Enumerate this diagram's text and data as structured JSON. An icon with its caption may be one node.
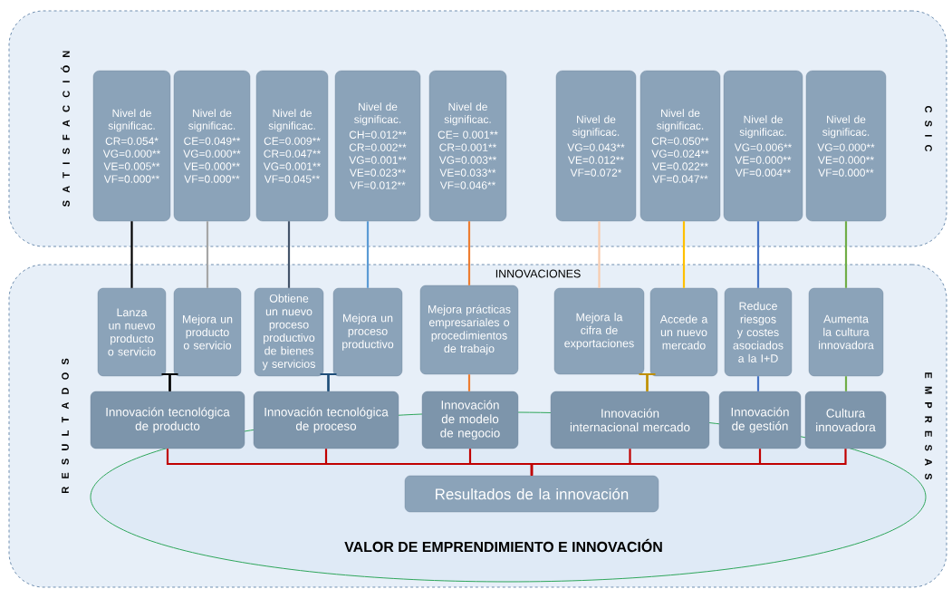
{
  "diagram": {
    "nodes": [
      {
        "text": [
          "S A T I S F A C C I Ó N",
          "C S I C"
        ]
      },
      {
        "text": [
          "R E S U L T A D O S",
          "E M P R E S A S"
        ]
      },
      {
        "text": [
          "Nivel de significac.",
          "CR=0.054* VG=0.000** VE=0.005** VF=0.000**"
        ],
        "in": 0
      },
      {
        "text": [
          "Nivel de significac.",
          "CE=0.049** VG=0.000** VE=0.000** VF=0.000**"
        ],
        "in": 0
      },
      {
        "text": [
          "Nivel de significac.",
          "CE=0.009** CR=0.047** VG=0.001** VF=0.045**"
        ],
        "in": 0
      },
      {
        "text": [
          "Nivel de significac.",
          "CH=0.012** CR=0.002** VG=0.001** VE=0.023** VF=0.012**"
        ],
        "in": 0
      },
      {
        "text": [
          "Nivel de significac.",
          "CE= 0.001** CR=0.001** VG=0.003** VE=0.033** VF=0.046**"
        ],
        "in": 0
      },
      {
        "text": [
          "Nivel de significac.",
          "VG=0.043** VE=0.012** VF=0.072*"
        ],
        "in": 0
      },
      {
        "text": [
          "Nivel de significac.",
          "CR=0.050** VG=0.024** VE=0.022** VF=0.047**"
        ],
        "in": 0
      },
      {
        "text": [
          "Nivel de significac.",
          "VG=0.006** VE=0.000** VF=0.004**"
        ],
        "in": 0
      },
      {
        "text": [
          "Nivel de significac.",
          "VG=0.000** VE=0.000** VF=0.000**"
        ],
        "in": 0
      },
      {
        "text": [
          "Lanza un nuevo producto o servicio"
        ],
        "in": 1
      },
      {
        "text": [
          "Mejora un producto o servicio"
        ],
        "in": 1
      },
      {
        "text": [
          "Obtiene un nuevo proceso productivo de bienes y servicios"
        ],
        "in": 1
      },
      {
        "text": [
          "Mejora un proceso productivo"
        ],
        "in": 1
      },
      {
        "text": [
          "Mejora prácticas empresariales o procedimientos de trabajo"
        ],
        "in": 1
      },
      {
        "text": [
          "Mejora la cifra de exportaciones"
        ],
        "in": 1
      },
      {
        "text": [
          "Accede a un nuevo mercado"
        ],
        "in": 1
      },
      {
        "text": [
          "Reduce riesgos y costes asociados a la I+D"
        ],
        "in": 1
      },
      {
        "text": [
          "Aumenta la cultura innovadora"
        ],
        "in": 1
      },
      {
        "text": [
          "Innovación tecnológica de producto"
        ],
        "in": 1
      },
      {
        "text": [
          "Innovación tecnológica de proceso"
        ],
        "in": 1
      },
      {
        "text": [
          "Innovación de modelo de negocio"
        ],
        "in": 1
      },
      {
        "text": [
          "Innovación internacional mercado"
        ],
        "in": 1
      },
      {
        "text": [
          "Innovación de gestión"
        ],
        "in": 1
      },
      {
        "text": [
          "Cultura innovadora"
        ],
        "in": 1
      },
      {
        "text": [
          "VALOR DE EMPRENDIMIENTO E INNOVACIÓN"
        ],
        "in": 1
      },
      {
        "text": [
          "Resultados de la innovación"
        ],
        "in": 26
      }
    ],
    "edges": [
      {
        "from": 2,
        "to": 11,
        "arrow": "none",
        "color": "#000000"
      },
      {
        "from": 3,
        "to": 12,
        "arrow": "none",
        "color": "#a6a6a6"
      },
      {
        "from": 4,
        "to": 13,
        "arrow": "none",
        "color": "#44546a"
      },
      {
        "from": 5,
        "to": 14,
        "arrow": "none",
        "color": "#5b9bd5"
      },
      {
        "from": 6,
        "to": 15,
        "arrow": "none",
        "color": "#ed7d31"
      },
      {
        "from": 7,
        "to": 16,
        "arrow": "none",
        "color": "#f8cbad"
      },
      {
        "from": 8,
        "to": 17,
        "arrow": "none",
        "color": "#ffc000"
      },
      {
        "from": 9,
        "to": 18,
        "arrow": "none",
        "color": "#4472c4"
      },
      {
        "from": 10,
        "to": 19,
        "arrow": "none",
        "color": "#70ad47"
      },
      {
        "from": 11,
        "to": 20,
        "arrow": "none",
        "color": "#000000"
      },
      {
        "from": 12,
        "to": 20,
        "arrow": "none",
        "color": "#000000"
      },
      {
        "from": 13,
        "to": 21,
        "arrow": "none",
        "color": "#1f4e79"
      },
      {
        "from": 14,
        "to": 21,
        "arrow": "none",
        "color": "#1f4e79"
      },
      {
        "from": 15,
        "to": 22,
        "arrow": "none",
        "color": "#ed7d31"
      },
      {
        "from": 16,
        "to": 23,
        "arrow": "none",
        "color": "#bf8f00"
      },
      {
        "from": 17,
        "to": 23,
        "arrow": "none",
        "color": "#bf8f00"
      },
      {
        "from": 18,
        "to": 24,
        "arrow": "none",
        "color": "#4472c4"
      },
      {
        "from": 19,
        "to": 25,
        "arrow": "none",
        "color": "#70ad47"
      },
      {
        "from": 20,
        "to": 27,
        "arrow": "none",
        "color": "#c00000"
      },
      {
        "from": 21,
        "to": 27,
        "arrow": "none",
        "color": "#c00000"
      },
      {
        "from": 22,
        "to": 27,
        "arrow": "none",
        "color": "#c00000"
      },
      {
        "from": 23,
        "to": 27,
        "arrow": "none",
        "color": "#c00000"
      },
      {
        "from": 24,
        "to": 27,
        "arrow": "none",
        "color": "#c00000"
      },
      {
        "from": 25,
        "to": 27,
        "arrow": "none",
        "color": "#c00000"
      }
    ],
    "labels": [
      "INNOVACIONES"
    ]
  }
}
